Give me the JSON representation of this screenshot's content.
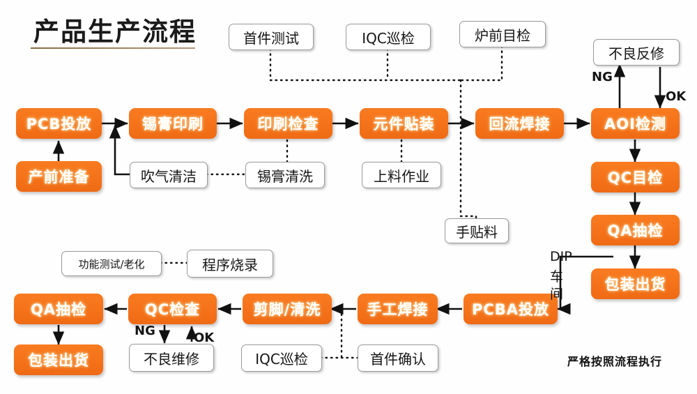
{
  "header": {
    "title": "产品生产流程",
    "rule_color": "#8a6b3f"
  },
  "colors": {
    "process_box": "#f4721a",
    "process_text": "#ffffff",
    "label_box": "#ffffff",
    "label_border": "#9a9a9a",
    "line": "#111111"
  },
  "process_boxes": [
    {
      "id": "pcb-feed",
      "label": "PCB投放"
    },
    {
      "id": "pre-production",
      "label": "产前准备"
    },
    {
      "id": "solder-paste",
      "label": "锡膏印刷"
    },
    {
      "id": "print-check",
      "label": "印刷检查"
    },
    {
      "id": "component-mount",
      "label": "元件贴装"
    },
    {
      "id": "reflow-solder",
      "label": "回流焊接"
    },
    {
      "id": "aoi-test",
      "label": "AOI检测"
    },
    {
      "id": "qc-visual",
      "label": "QC目检"
    },
    {
      "id": "qa-sampling-top",
      "label": "QA抽检"
    },
    {
      "id": "packing-top",
      "label": "包装出货"
    },
    {
      "id": "pcba-feed",
      "label": "PCBA投放"
    },
    {
      "id": "hand-solder",
      "label": "手工焊接"
    },
    {
      "id": "cut-clean",
      "label": "剪脚/清洗"
    },
    {
      "id": "qc-check",
      "label": "QC检查"
    },
    {
      "id": "qa-sampling-bot",
      "label": "QA抽检"
    },
    {
      "id": "packing-bot",
      "label": "包装出货"
    }
  ],
  "label_boxes": [
    {
      "id": "first-article-test",
      "label": "首件测试"
    },
    {
      "id": "iqc-patrol-top",
      "label": "IQC巡检"
    },
    {
      "id": "pre-furnace-visual",
      "label": "炉前目检"
    },
    {
      "id": "rework-defect",
      "label": "不良反修"
    },
    {
      "id": "air-blow-clean",
      "label": "吹气清洁"
    },
    {
      "id": "paste-clean",
      "label": "锡膏清洗"
    },
    {
      "id": "feeding-work",
      "label": "上料作业"
    },
    {
      "id": "hand-place-parts",
      "label": "手贴料"
    },
    {
      "id": "function-test-aging",
      "label": "功能测试/老化"
    },
    {
      "id": "program-burn",
      "label": "程序烧录"
    },
    {
      "id": "repair-defect",
      "label": "不良维修"
    },
    {
      "id": "iqc-patrol-bottom",
      "label": "IQC巡检"
    },
    {
      "id": "first-article-conf",
      "label": "首件确认"
    }
  ],
  "flow_labels": {
    "ng_top": "NG",
    "ok_top": "OK",
    "ng_bottom": "NG",
    "ok_bottom": "OK",
    "dip_line1": "DIP",
    "dip_line2": "车",
    "dip_line3": "间"
  },
  "footer": {
    "note": "严格按照流程执行"
  }
}
